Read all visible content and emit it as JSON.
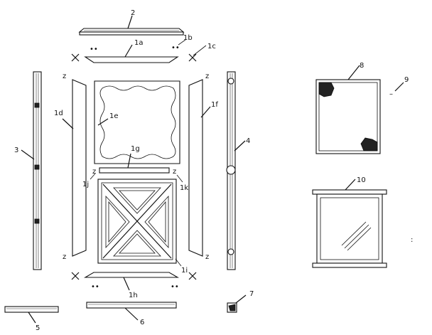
{
  "labels": {
    "l2": "2",
    "l1a": "1a",
    "l1b": "1b",
    "l1c": "1c",
    "l1d": "1d",
    "l1e": "1e",
    "l1f": "1f",
    "l1g": "1g",
    "l1j": "1j",
    "l1k": "1k",
    "l1i": "1i",
    "l1h": "1h",
    "l3": "3",
    "l4": "4",
    "l5": "5",
    "l6": "6",
    "l7": "7",
    "l8": "8",
    "l9": "9",
    "l10": "10"
  }
}
